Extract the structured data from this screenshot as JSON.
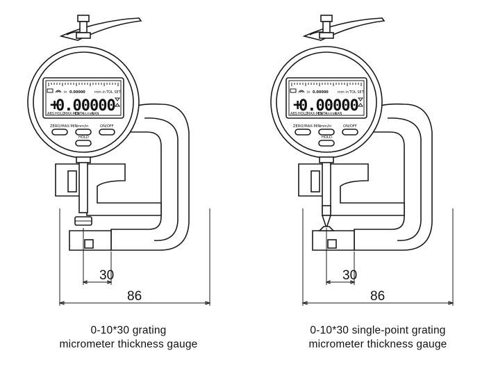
{
  "gauges": [
    {
      "id": "grating",
      "tip": "flat",
      "caption_line1": "0-10*30 grating",
      "caption_line2": "micrometer thickness gauge",
      "dim_inner": "30",
      "dim_outer": "86"
    },
    {
      "id": "single-point",
      "tip": "point",
      "caption_line1": "0-10*30 single-point grating",
      "caption_line2": "micrometer thickness gauge",
      "dim_inner": "30",
      "dim_outer": "86"
    }
  ],
  "display": {
    "digits": "0.00000",
    "sign": "+",
    "top_left_unit": "in",
    "top_small_digits": "0.00000",
    "top_right_labels": "TOL SET",
    "mm_in": "mm  in",
    "bottom_labels": [
      "ABS",
      "HOLD",
      "MAX-MIN",
      "DATA",
      "in",
      "mm",
      "RAN"
    ]
  },
  "buttons": {
    "zero": "ZERO/MAX-MIN",
    "mmin": "mm/in",
    "onoff": "ON/OFF",
    "hold": "HOLD"
  },
  "colors": {
    "line": "#1a1a1a",
    "background": "#ffffff"
  }
}
